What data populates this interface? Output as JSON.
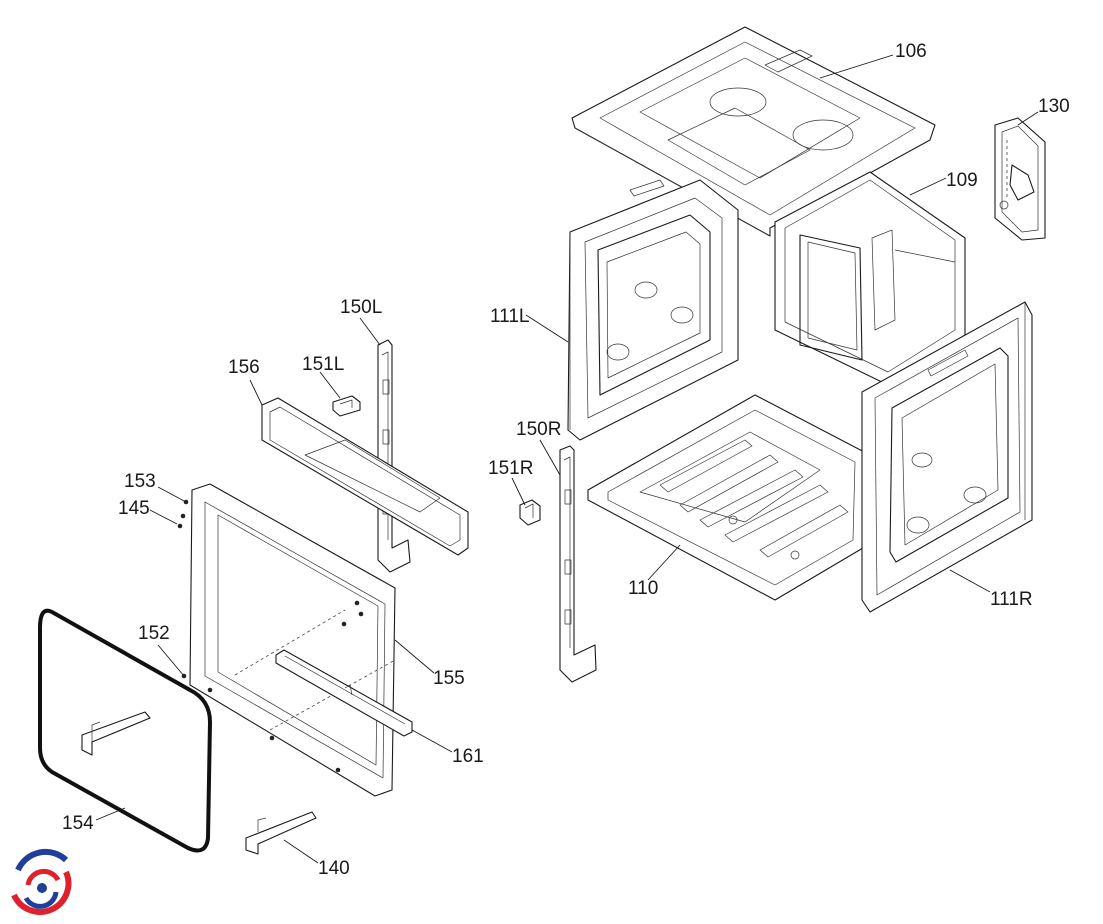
{
  "diagram": {
    "callouts": [
      {
        "id": "106",
        "label": "106"
      },
      {
        "id": "130",
        "label": "130"
      },
      {
        "id": "109",
        "label": "109"
      },
      {
        "id": "111L",
        "label": "111L"
      },
      {
        "id": "150L",
        "label": "150L"
      },
      {
        "id": "156",
        "label": "156"
      },
      {
        "id": "151L",
        "label": "151L"
      },
      {
        "id": "150R",
        "label": "150R"
      },
      {
        "id": "151R",
        "label": "151R"
      },
      {
        "id": "153",
        "label": "153"
      },
      {
        "id": "145",
        "label": "145"
      },
      {
        "id": "152",
        "label": "152"
      },
      {
        "id": "155",
        "label": "155"
      },
      {
        "id": "110",
        "label": "110"
      },
      {
        "id": "111R",
        "label": "111R"
      },
      {
        "id": "161",
        "label": "161"
      },
      {
        "id": "154",
        "label": "154"
      },
      {
        "id": "140",
        "label": "140"
      }
    ]
  },
  "logo": {
    "name": "brand-logo",
    "colors": [
      "#1f3f9a",
      "#e0202a"
    ]
  }
}
